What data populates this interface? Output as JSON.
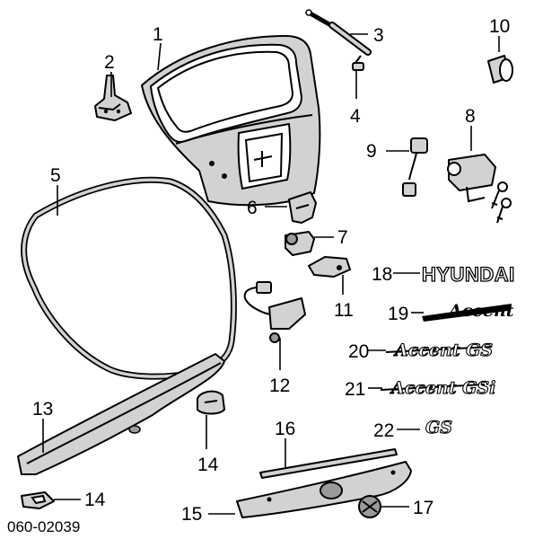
{
  "diagram_code": "060-02039",
  "callouts": {
    "c1": "1",
    "c2": "2",
    "c3": "3",
    "c4": "4",
    "c5": "5",
    "c6": "6",
    "c7": "7",
    "c8": "8",
    "c9": "9",
    "c10": "10",
    "c11": "11",
    "c12": "12",
    "c13": "13",
    "c14a": "14",
    "c14b": "14",
    "c15": "15",
    "c16": "16",
    "c17": "17",
    "c18": "18",
    "c19": "19",
    "c20": "20",
    "c21": "21",
    "c22": "22"
  },
  "emblems": {
    "hyundai": "HYUNDAI",
    "accent": "Accent",
    "accent_gs": "Accent GS",
    "accent_gsi": "Accent GSi",
    "gs": "GS"
  }
}
